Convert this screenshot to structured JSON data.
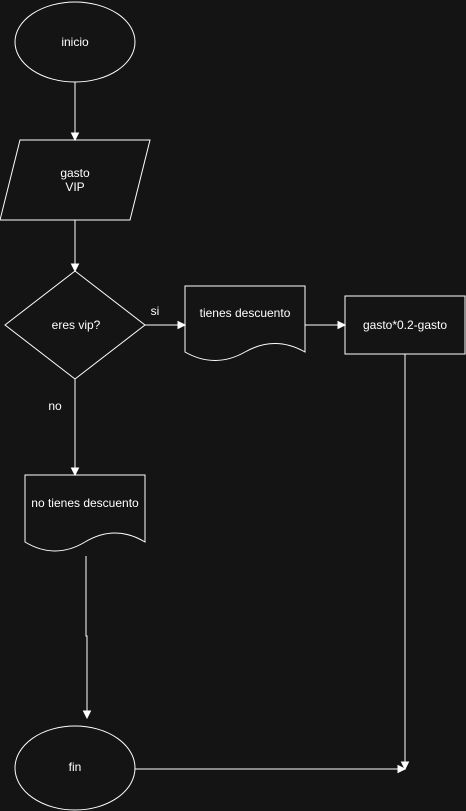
{
  "nodes": {
    "start": "inicio",
    "input_line1": "gasto",
    "input_line2": "VIP",
    "decision": "eres vip?",
    "doc_discount": "tienes descuento",
    "process": "gasto*0.2-gasto",
    "doc_no_discount": "no tienes descuento",
    "end": "fin"
  },
  "edges": {
    "yes_label": "si",
    "no_label": "no"
  },
  "colors": {
    "background": "#141414",
    "stroke": "#ffffff",
    "text": "#ffffff"
  }
}
